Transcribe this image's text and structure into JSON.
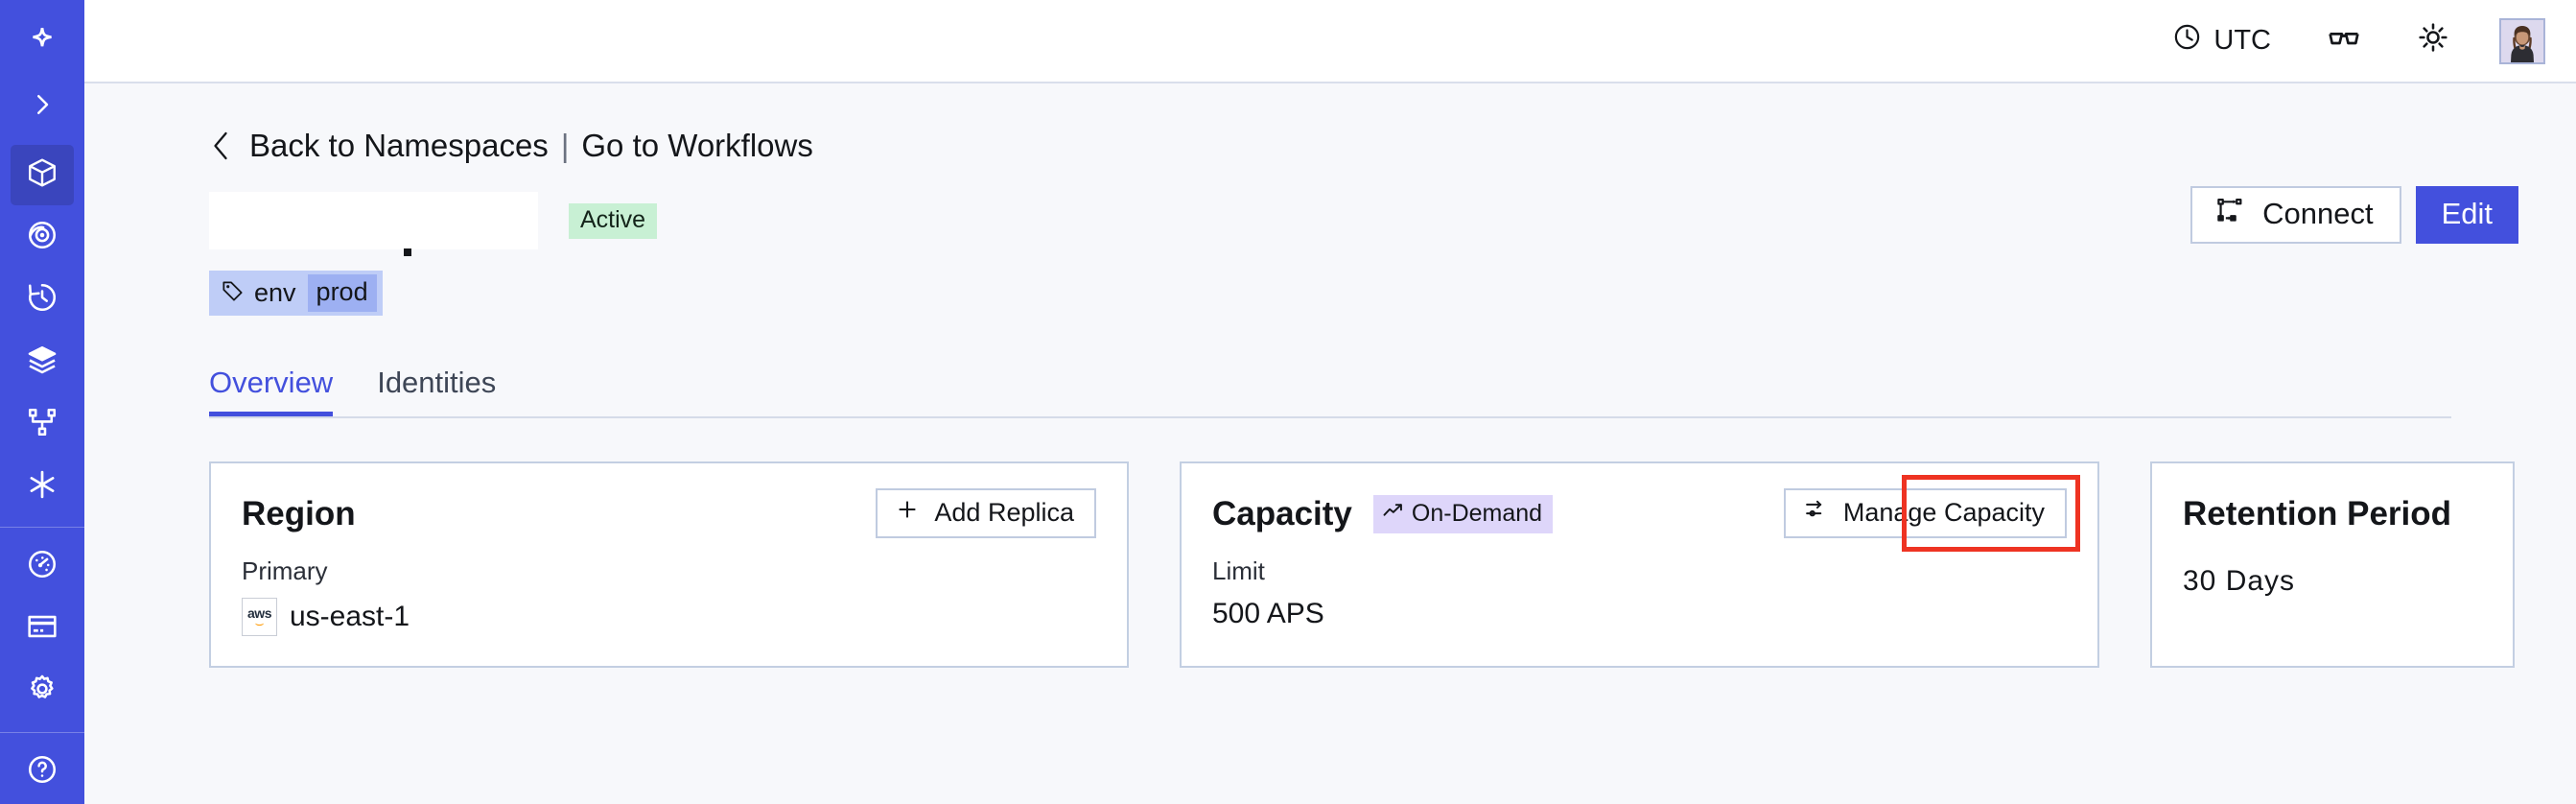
{
  "sidebar": {
    "logo_name": "temporal-logo",
    "items": [
      {
        "name": "expand-sidebar",
        "icon": "chevron-right-icon"
      },
      {
        "name": "namespaces",
        "icon": "cube-icon",
        "active": true
      },
      {
        "name": "observability",
        "icon": "eye-spiral-icon"
      },
      {
        "name": "history",
        "icon": "clock-rewind-icon"
      },
      {
        "name": "layers",
        "icon": "layers-icon"
      },
      {
        "name": "workflows",
        "icon": "branch-icon"
      },
      {
        "name": "batch",
        "icon": "asterisk-icon"
      },
      {
        "name": "usage",
        "icon": "gauge-icon"
      },
      {
        "name": "billing",
        "icon": "credit-card-icon"
      },
      {
        "name": "settings",
        "icon": "gear-icon"
      }
    ]
  },
  "topbar": {
    "timezone_label": "UTC",
    "timezone_icon": "clock-icon",
    "glasses_icon": "glasses-icon",
    "theme_icon": "sun-icon",
    "avatar_name": "user-avatar"
  },
  "breadcrumb": {
    "back_icon": "chevron-left-icon",
    "back_label": "Back to Namespaces",
    "separator": "|",
    "forward_label": "Go to Workflows"
  },
  "header": {
    "namespace_title": "",
    "status_badge": "Active",
    "tag_icon": "tag-icon",
    "tag_key": "env",
    "tag_value": "prod",
    "connect_label": "Connect",
    "connect_icon": "connect-flow-icon",
    "edit_label": "Edit"
  },
  "tabs": [
    {
      "label": "Overview",
      "active": true
    },
    {
      "label": "Identities",
      "active": false
    }
  ],
  "cards": {
    "region": {
      "title": "Region",
      "action_label": "Add Replica",
      "action_icon": "plus-icon",
      "sub_label": "Primary",
      "provider_icon": "aws-logo",
      "provider_text": "aws",
      "value": "us-east-1"
    },
    "capacity": {
      "title": "Capacity",
      "badge_label": "On-Demand",
      "badge_icon": "trending-up-icon",
      "action_label": "Manage Capacity",
      "action_icon": "sliders-icon",
      "sub_label": "Limit",
      "value": "500 APS",
      "highlighted": true
    },
    "retention": {
      "title": "Retention Period",
      "value": "30 Days"
    }
  },
  "colors": {
    "sidebar_blue": "#4350dd",
    "accent_blue": "#4350dd",
    "page_bg": "#f7f8fb",
    "card_border": "#c3cfe2",
    "status_green": "#c8f0d4",
    "badge_purple": "#ded6fa",
    "tag_blue": "#bfcdf7",
    "annotation_red": "#ee3322"
  }
}
